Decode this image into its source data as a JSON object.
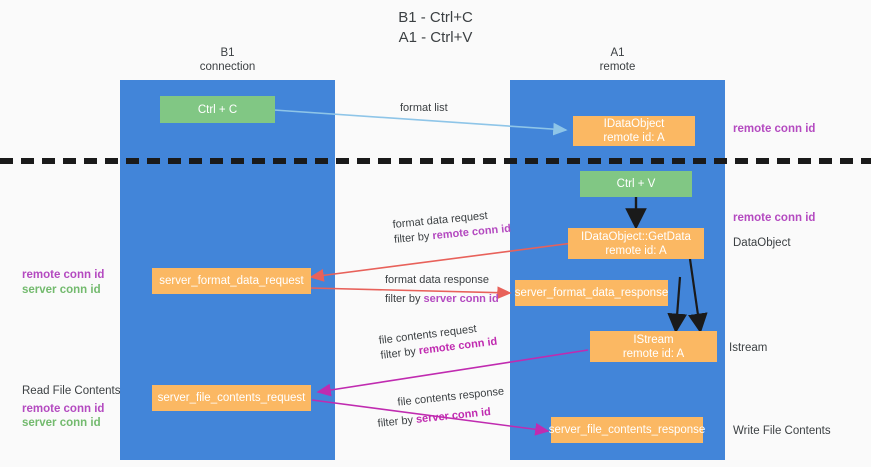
{
  "title_lines": [
    "B1 - Ctrl+C",
    "A1 - Ctrl+V"
  ],
  "columns": [
    {
      "name": "B1",
      "role": "connection"
    },
    {
      "name": "A1",
      "role": "remote"
    }
  ],
  "nodes": {
    "ctrl_c": "Ctrl + C",
    "ctrl_v": "Ctrl + V",
    "idataobject_line1": "IDataObject",
    "idataobject_line2": "remote id: A",
    "getdata_line1": "IDataObject::GetData",
    "getdata_line2": "remote id: A",
    "istream_line1": "IStream",
    "istream_line2": "remote id: A",
    "server_format_data_request": "server_format_data_request",
    "server_format_data_response": "server_format_data_response",
    "server_file_contents_request": "server_file_contents_request",
    "server_file_contents_response": "server_file_contents_response"
  },
  "right_labels": {
    "remote_conn_id_top": "remote conn id",
    "remote_conn_id_mid": "remote conn id",
    "data_object": "DataObject",
    "istream": "Istream",
    "write_file_contents": "Write File Contents"
  },
  "left_labels": {
    "remote_conn_id": "remote conn id",
    "server_conn_id": "server conn id",
    "read_file_contents": "Read File Contents",
    "remote_conn_id_2": "remote conn id",
    "server_conn_id_2": "server conn id"
  },
  "edges": {
    "format_list": "format list",
    "format_data_request": "format data request",
    "format_data_request_filter_prefix": "filter by ",
    "format_data_request_filter_key": "remote conn id",
    "format_data_response": "format data response",
    "format_data_response_filter_prefix": "filter by ",
    "format_data_response_filter_key": "server conn id",
    "file_contents_request": "file contents request",
    "file_contents_request_filter_prefix": "filter by ",
    "file_contents_request_filter_key": "remote conn id",
    "file_contents_response": "file contents response",
    "file_contents_response_filter_prefix": "filter by ",
    "file_contents_response_filter_key": "server conn id"
  },
  "colors": {
    "lane": "#4285d9",
    "node_green": "#81c784",
    "node_orange": "#fbb863",
    "purple": "#b44ac0",
    "green_text": "#73ba6e",
    "arrow_light_blue": "#8ec5e8",
    "arrow_red": "#e8615a",
    "arrow_magenta": "#c02bb0",
    "arrow_black": "#1a1a1a",
    "background": "#fafafa"
  }
}
